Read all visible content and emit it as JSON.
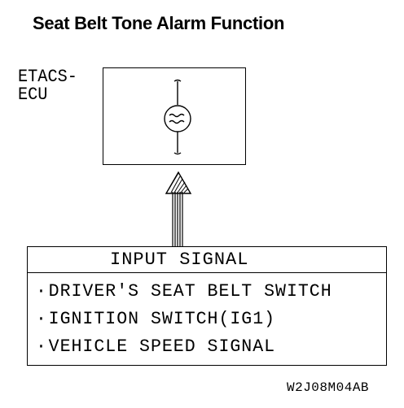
{
  "title": "Seat Belt Tone Alarm Function",
  "ecu": {
    "label_line1": "ETACS-",
    "label_line2": "ECU"
  },
  "input_signal": {
    "header": "INPUT SIGNAL",
    "items": [
      {
        "bullet": "·",
        "label": "DRIVER'S SEAT BELT SWITCH"
      },
      {
        "bullet": "·",
        "label": "IGNITION SWITCH(IG1)"
      },
      {
        "bullet": "·",
        "label": "VEHICLE SPEED SIGNAL"
      }
    ]
  },
  "figure_code": "W2J08M04AB",
  "icons": {
    "buzzer": "buzzer-icon",
    "arrow": "arrow-up-icon"
  },
  "colors": {
    "ink": "#000000",
    "background": "#ffffff"
  }
}
